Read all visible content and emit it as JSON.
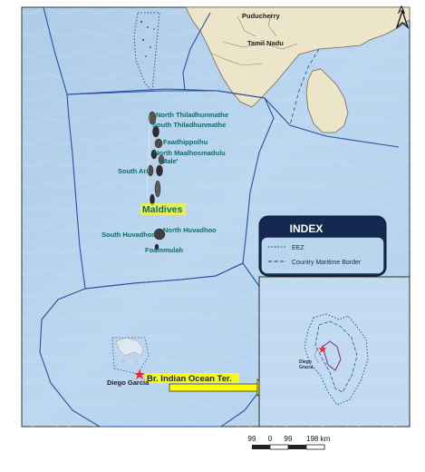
{
  "map": {
    "north_arrow": "A",
    "labels": {
      "puducherry": "Puducherry",
      "tamil_nadu": "Tamil Nadu",
      "maldives": "Maldives",
      "br_indian_ocean": "Br. Indian Ocean Ter.",
      "diego_garcia": "Diego Garcia",
      "inset_diego_garcia": "Diego\nGracia"
    },
    "atolls": [
      "North Thiladhunmathe",
      "South Thiladhunmathe",
      "Faadhippolhu",
      "North Maalhosmadulu",
      "Male'",
      "South Ari",
      "North Huvadhoo",
      "South Huvadhoo",
      "Foammulah"
    ]
  },
  "legend": {
    "title": "INDEX",
    "items": [
      {
        "label": "EEZ",
        "style": "dotted"
      },
      {
        "label": "Country Maritime Border",
        "style": "dashed"
      }
    ]
  },
  "scale_bar": {
    "ticks": [
      "99",
      "0",
      "99",
      "198 km"
    ]
  },
  "colors": {
    "ocean": "#b9d6ee",
    "land": "#ede6cc",
    "border": "#2a4fa0",
    "highlight": "#ffff00",
    "marker": "#ff2020"
  }
}
